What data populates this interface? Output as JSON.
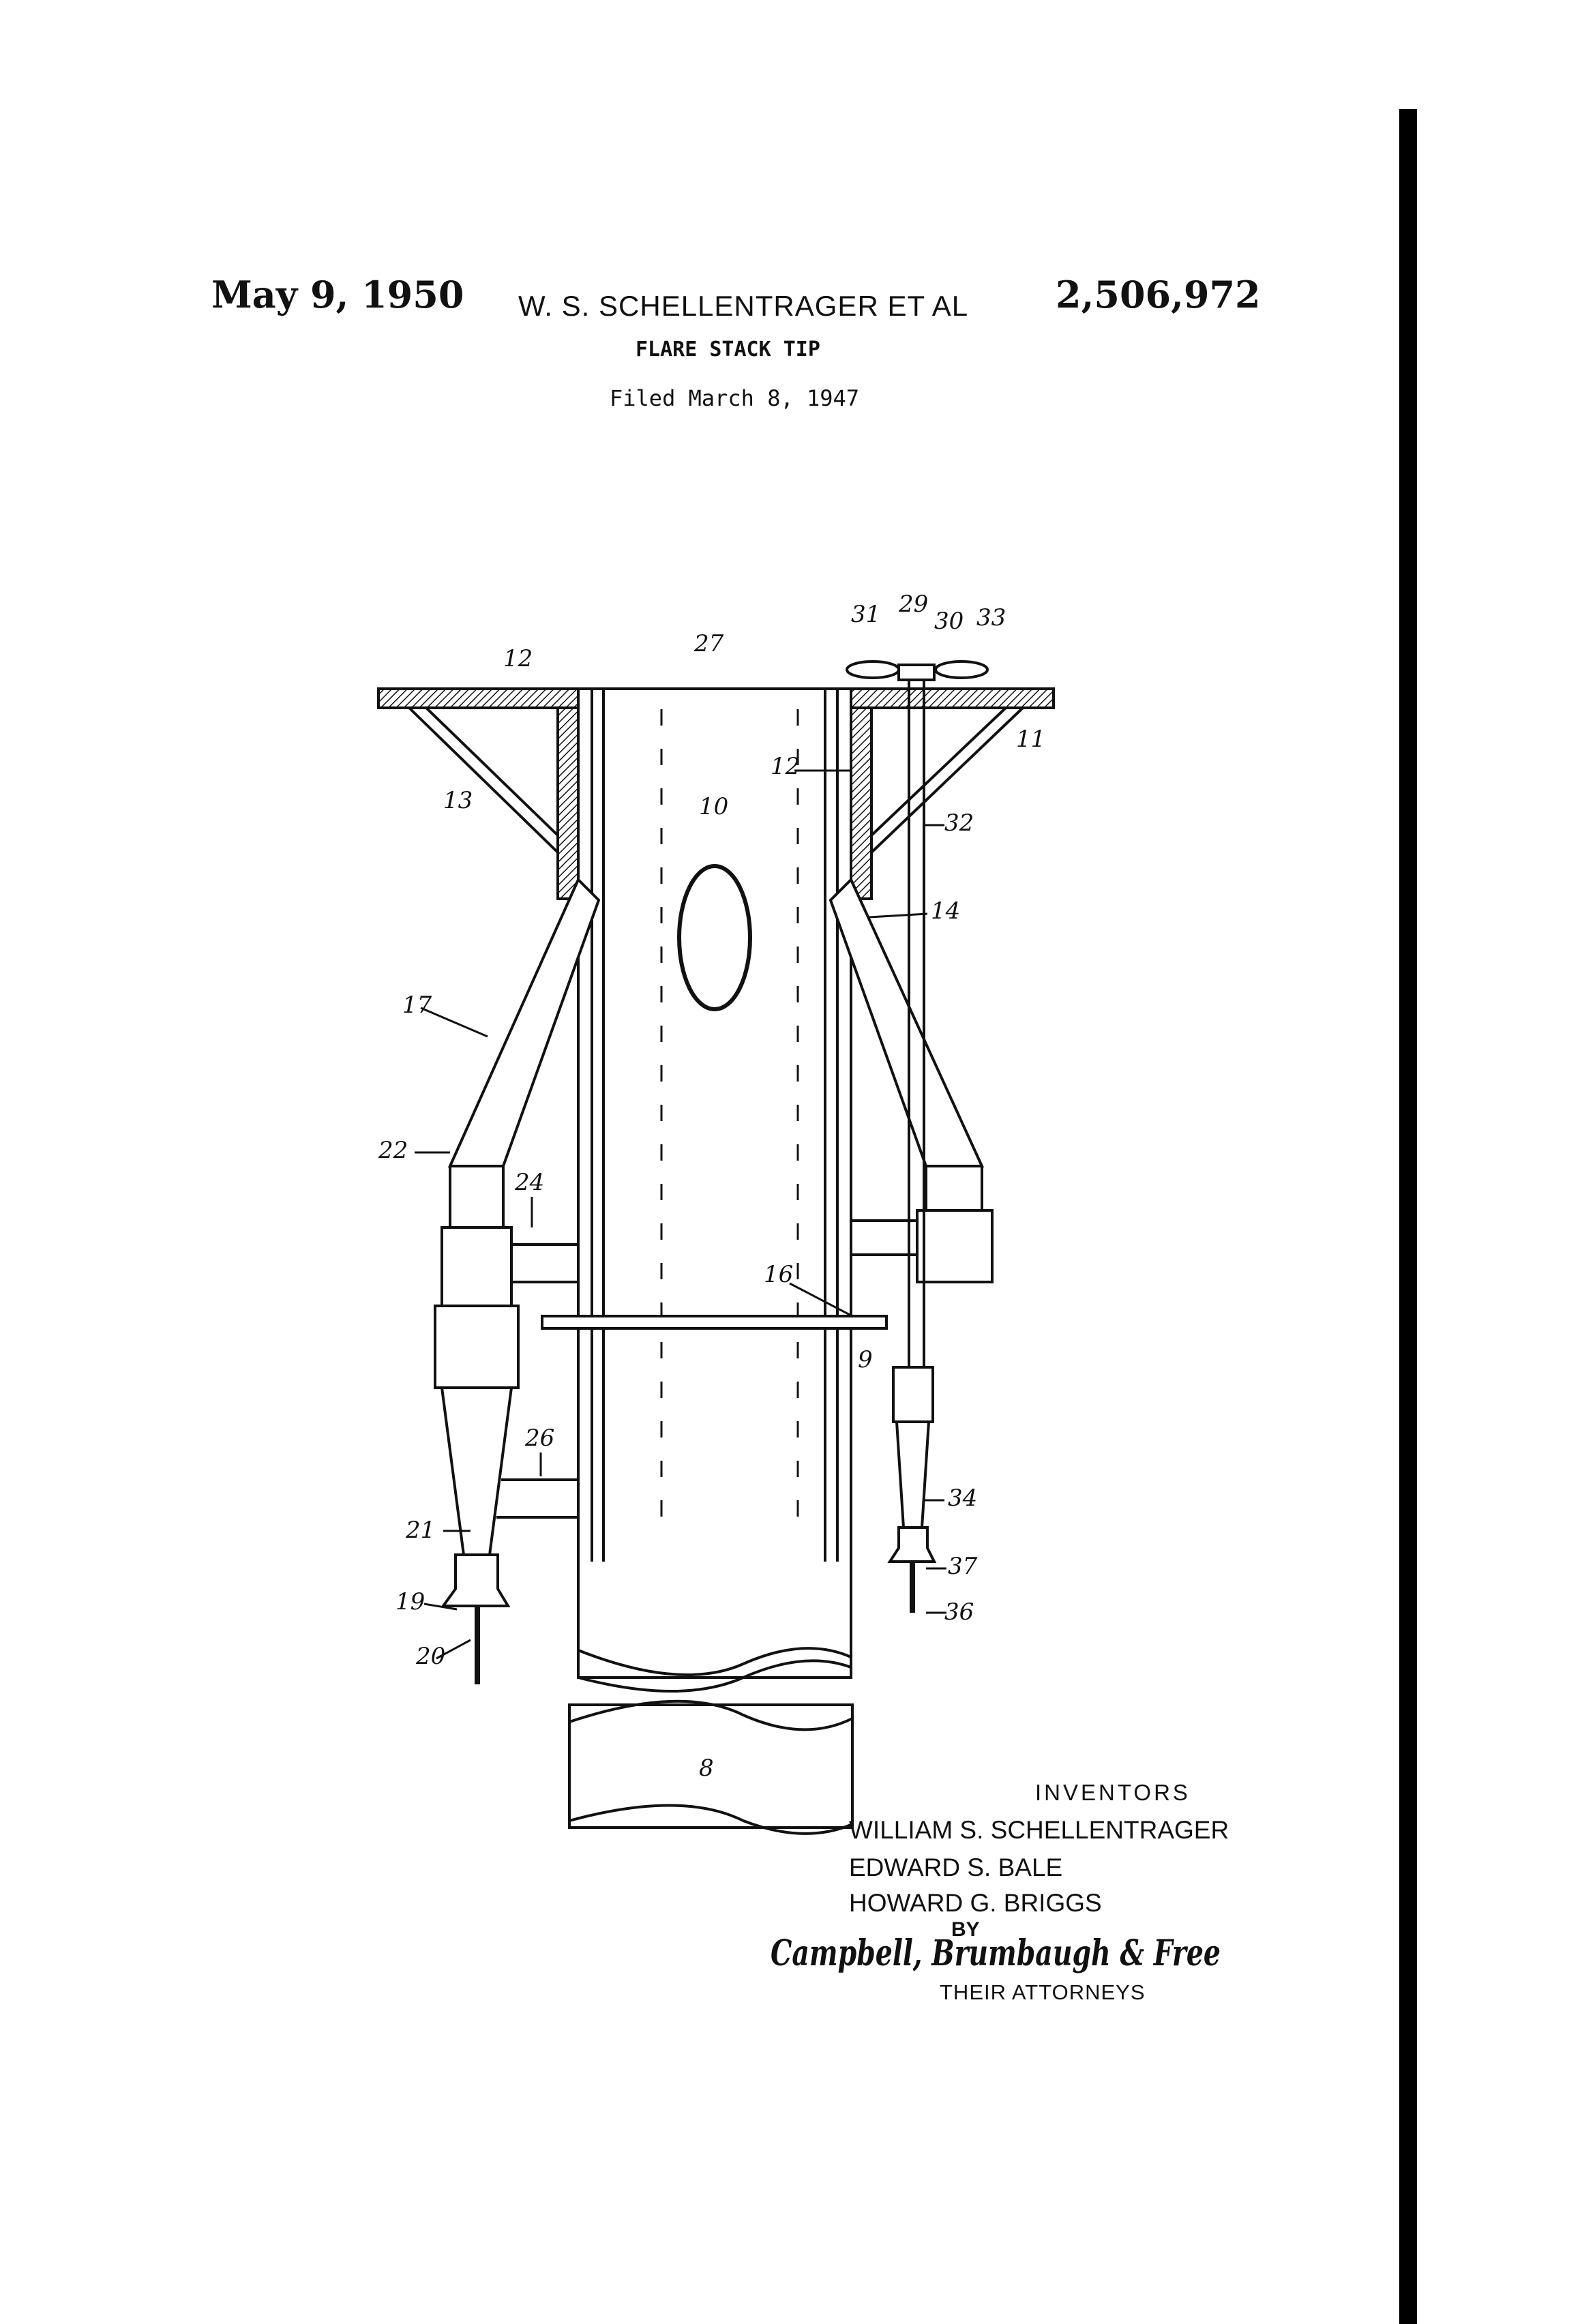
{
  "header": {
    "date": "May 9, 1950",
    "inventor_line": "W. S. SCHELLENTRAGER ET AL",
    "patent_number": "2,506,972",
    "title": "FLARE STACK TIP",
    "filed": "Filed March 8, 1947"
  },
  "drawing": {
    "reference_numerals": [
      "8",
      "9",
      "10",
      "11",
      "12",
      "12",
      "13",
      "14",
      "16",
      "17",
      "19",
      "20",
      "21",
      "22",
      "24",
      "26",
      "27",
      "29",
      "30",
      "31",
      "32",
      "33",
      "34",
      "36",
      "37"
    ]
  },
  "inventors": {
    "heading": "INVENTORS",
    "names": [
      "WILLIAM S. SCHELLENTRAGER",
      "EDWARD S. BALE",
      "HOWARD G. BRIGGS"
    ],
    "by": "BY",
    "signature": "Campbell, Brumbaugh & Free",
    "attorneys": "THEIR ATTORNEYS"
  }
}
